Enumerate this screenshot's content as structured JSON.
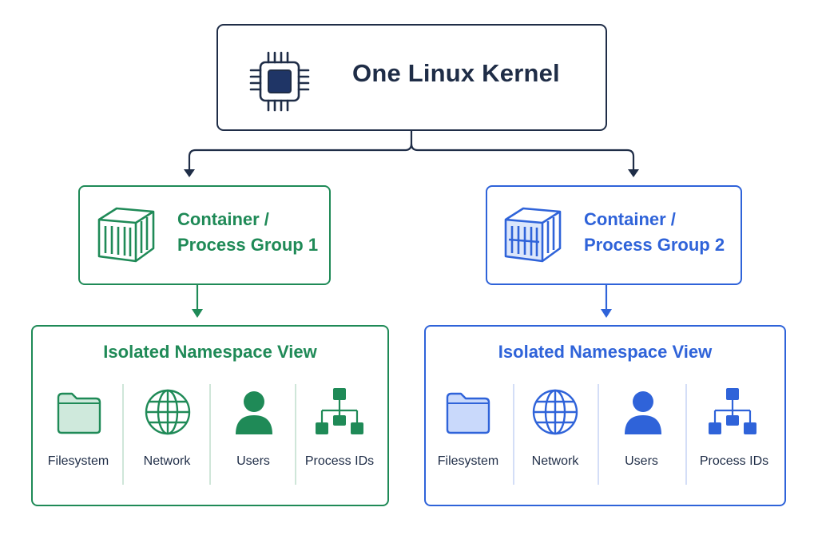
{
  "kernel": {
    "title": "One Linux Kernel",
    "icon": "cpu-chip-icon"
  },
  "containers": [
    {
      "title_line1": "Container /",
      "title_line2": "Process Group 1",
      "accent": "#1f8a57",
      "icon": "shipping-container-icon",
      "namespace": {
        "title": "Isolated Namespace View",
        "items": [
          {
            "label": "Filesystem",
            "icon": "folder-icon"
          },
          {
            "label": "Network",
            "icon": "globe-icon"
          },
          {
            "label": "Users",
            "icon": "user-icon"
          },
          {
            "label": "Process IDs",
            "icon": "process-tree-icon"
          }
        ]
      }
    },
    {
      "title_line1": "Container /",
      "title_line2": "Process Group 2",
      "accent": "#2f63d9",
      "icon": "shipping-container-icon",
      "namespace": {
        "title": "Isolated Namespace View",
        "items": [
          {
            "label": "Filesystem",
            "icon": "folder-icon"
          },
          {
            "label": "Network",
            "icon": "globe-icon"
          },
          {
            "label": "Users",
            "icon": "user-icon"
          },
          {
            "label": "Process IDs",
            "icon": "process-tree-icon"
          }
        ]
      }
    }
  ],
  "colors": {
    "kernel": "#1f2d47",
    "group1": "#1f8a57",
    "group2": "#2f63d9"
  }
}
